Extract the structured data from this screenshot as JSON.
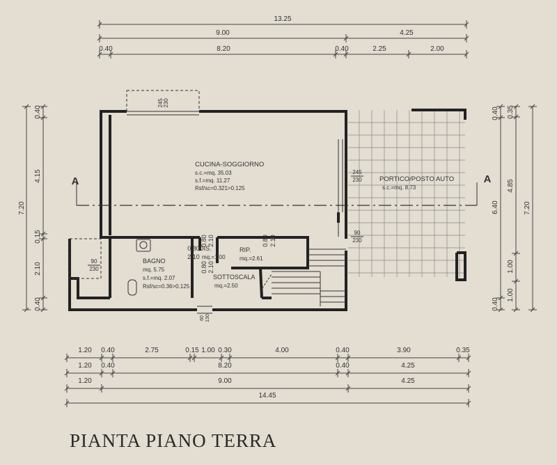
{
  "title": "PIANTA PIANO TERRA",
  "section_marker": "A",
  "dimensions": {
    "top": {
      "total": "13.25",
      "row2": [
        "9.00",
        "4.25"
      ],
      "row3": [
        "0.40",
        "8.20",
        "0.40",
        "2.25",
        "2.00"
      ]
    },
    "bottom": {
      "row1": [
        "1.20",
        "0.40",
        "2.75",
        "0.15",
        "1.00",
        "0.30",
        "4.00",
        "0.40",
        "3.90",
        "0.35"
      ],
      "row2": [
        "1.20",
        "0.40",
        "8.20",
        "0.40",
        "4.25"
      ],
      "row3": [
        "1.20",
        "9.00",
        "4.25"
      ],
      "total": "14.45"
    },
    "left": {
      "inner": [
        "0.40",
        "4.15",
        "0.15",
        "2.10",
        "0.40"
      ],
      "total": "7.20"
    },
    "right": {
      "col1": [
        "0.40",
        "6.40",
        "0.40"
      ],
      "col2": [
        "0.35",
        "4.85",
        "1.00",
        "1.00"
      ],
      "total": "7.20"
    }
  },
  "openings": {
    "top_window": [
      "245",
      "230"
    ],
    "portico_door_top": [
      "245",
      "230"
    ],
    "portico_door_bottom": [
      "90",
      "230"
    ],
    "bagno_window": [
      "90",
      "230"
    ],
    "bagno_door": [
      "0.80",
      "2.10"
    ],
    "rip_door": [
      "0.80",
      "2.10"
    ],
    "sottoscala_door": [
      "0.80",
      "2.10"
    ],
    "entrance": [
      "60",
      "130"
    ]
  },
  "rooms": {
    "cucina": {
      "name": "CUCINA-SOGGIORNO",
      "lines": [
        "s.c.=mq. 35.03",
        "s.f.=mq. 11.27",
        "Rsf/sc=0.321>0.125"
      ]
    },
    "portico": {
      "name": "PORTICO/POSTO AUTO",
      "lines": [
        "s.c.=mq. 8.73"
      ]
    },
    "bagno": {
      "name": "BAGNO",
      "lines": [
        "mq. 5.75",
        "s.f.=mq. 2.07",
        "Rsf/sc=0.36>0.125"
      ]
    },
    "dis": {
      "name": "DIS.",
      "lines": [
        "mq.=1.00"
      ]
    },
    "rip": {
      "name": "RIP.",
      "lines": [
        "mq.=2.61"
      ]
    },
    "sottoscala": {
      "name": "SOTTOSCALA",
      "lines": [
        "mq.=2.50"
      ]
    }
  }
}
